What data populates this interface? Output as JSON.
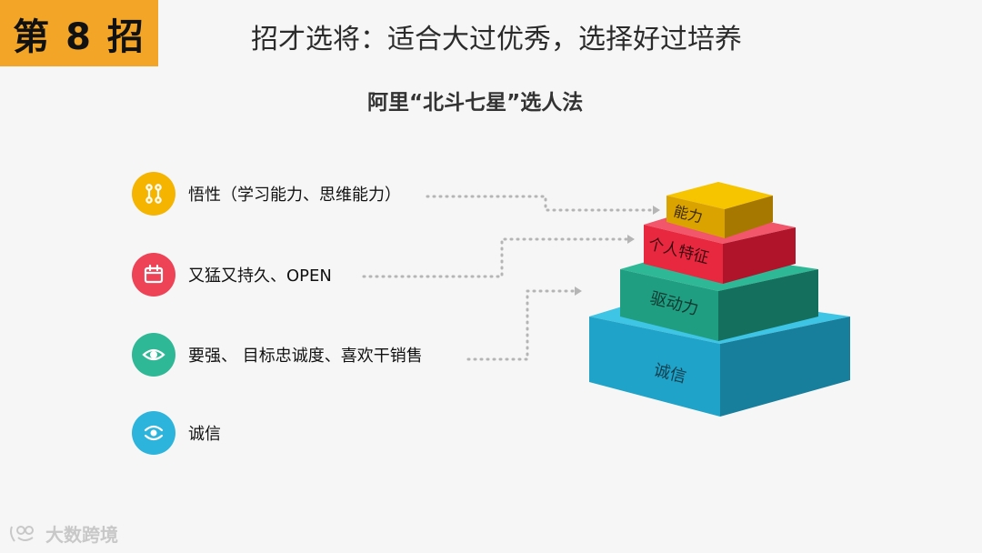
{
  "badge": {
    "text": "第 8 招"
  },
  "header": {
    "title": "招才选将：适合大过优秀，选择好过培养"
  },
  "subtitle": "阿里“北斗七星”选人法",
  "items": [
    {
      "label": "悟性（学习能力、思维能力）",
      "icon": "link-icon",
      "color": "#f5b400"
    },
    {
      "label": "又猛又持久、OPEN",
      "icon": "calendar-icon",
      "color": "#ee4256"
    },
    {
      "label": "要强、 目标忠诚度、喜欢干销售",
      "icon": "eye-icon",
      "color": "#2fb895"
    },
    {
      "label": "诚信",
      "icon": "orbit-icon",
      "color": "#2cb4dc"
    }
  ],
  "pyramid": {
    "levels": [
      {
        "label": "能力",
        "color": "#f2b400"
      },
      {
        "label": "个人特征",
        "color": "#e8283e"
      },
      {
        "label": "驱动力",
        "color": "#1f9e82"
      },
      {
        "label": "诚信",
        "color": "#1ea9cd"
      }
    ]
  },
  "watermark": {
    "text": "大数跨境"
  }
}
